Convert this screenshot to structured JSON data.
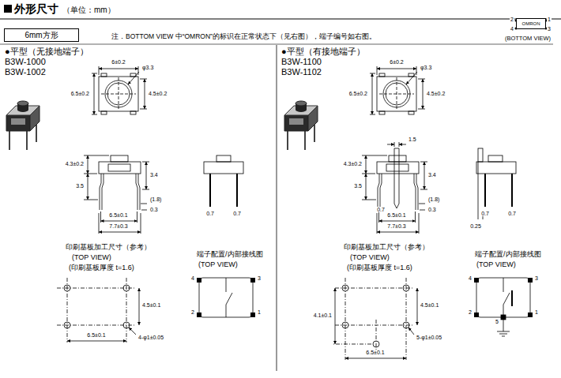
{
  "diagram": {
    "title": "外形尺寸",
    "nodes": [
      {
        "text": [
          "6mm方形"
        ]
      },
      {
        "text": [
          "OMRON"
        ]
      }
    ],
    "labels": [
      "（单位：mm）",
      "注．BOTTOM VIEW 中“OMRON”的标识在正常状态下（见右图），端子编号如右图。",
      "2",
      "1",
      "4",
      "3",
      "(BOTTOM VIEW)",
      "●平型（无接地端子）",
      "B3W-1000",
      "B3W-1002",
      "6±0.2",
      "φ3.3",
      "6.5±0.2",
      "4.5±0.2",
      "4.3±0.2",
      "3.4",
      "3.5",
      "(1.8)",
      "0.3",
      "6.5±0.1",
      "7.7±0.3",
      "0.7",
      "0.7",
      "印刷基板加工尺寸（参考）",
      "(TOP VIEW)",
      "(印刷基板厚度 t=1.6)",
      "4.5±0.1",
      "6.5±0.1",
      "4-φ1±0.05",
      "端子配置/内部接线图",
      "(TOP VIEW)",
      "4",
      "3",
      "2",
      "1",
      "●平型（有接地端子）",
      "B3W-1100",
      "B3W-1102",
      "6±0.2",
      "φ3.3",
      "6.5±0.2",
      "4.5±0.2",
      "1.5",
      "4.3±0.2",
      "3.4",
      "3.5",
      "(1.8)",
      "0.7",
      "0.3",
      "6.5±0.1",
      "7.7±0.3",
      "0.7",
      "0.7",
      "0.25",
      "印刷基板加工尺寸（参考）",
      "(TOP VIEW)",
      "(印刷基板厚度 t=1.6)",
      "4.5±0.1",
      "4.1±0.1",
      "5-φ1±0.05",
      "6.5±0.1",
      "端子配置/内部接线图",
      "(TOP VIEW)",
      "4",
      "3",
      "2",
      "1",
      "5"
    ]
  }
}
